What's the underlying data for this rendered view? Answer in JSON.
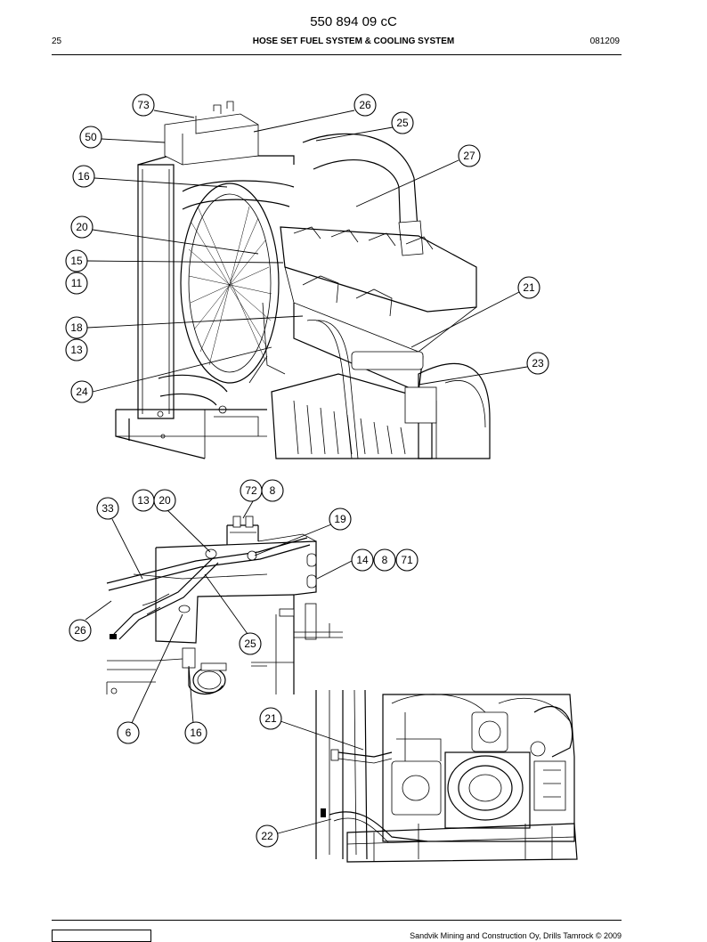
{
  "header": {
    "document_number": "550 894 09 cC",
    "page_number": "25",
    "title": "HOSE SET FUEL SYSTEM & COOLING SYSTEM",
    "date_code": "081209"
  },
  "footer": {
    "copyright": "Sandvik Mining and Construction Oy, Drills Tamrock © 2009"
  },
  "callouts": {
    "figure1": [
      "73",
      "26",
      "25",
      "50",
      "27",
      "16",
      "20",
      "15",
      "11",
      "21",
      "18",
      "13",
      "23",
      "24"
    ],
    "figure2": [
      "72",
      "8",
      "13",
      "20",
      "33",
      "19",
      "14",
      "8",
      "71",
      "26",
      "25",
      "6",
      "16"
    ],
    "figure3": [
      "21",
      "22"
    ]
  }
}
